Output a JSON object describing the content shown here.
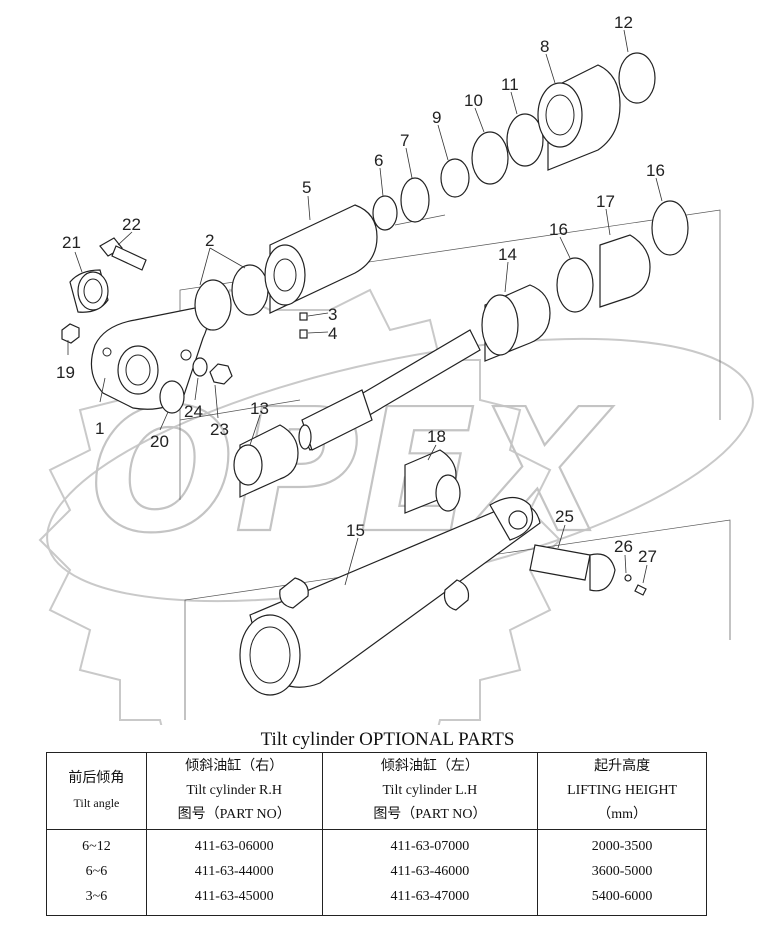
{
  "watermark": "OPEX",
  "callouts": [
    "1",
    "2",
    "3",
    "4",
    "5",
    "6",
    "7",
    "8",
    "9",
    "10",
    "11",
    "12",
    "13",
    "14",
    "15",
    "16",
    "16",
    "17",
    "18",
    "19",
    "20",
    "21",
    "22",
    "23",
    "24",
    "25",
    "26",
    "27"
  ],
  "table_title": "Tilt cylinder OPTIONAL PARTS",
  "table": {
    "headers": [
      {
        "cn": "前后倾角",
        "en": "Tilt angle"
      },
      {
        "cn": "倾斜油缸（右）",
        "en": "Tilt cylinder R.H",
        "sub": "图号（PART NO）"
      },
      {
        "cn": "倾斜油缸（左）",
        "en": "Tilt cylinder L.H",
        "sub": "图号（PART NO）"
      },
      {
        "cn": "起升高度",
        "en": "LIFTING HEIGHT",
        "sub": "（mm）"
      }
    ],
    "rows": [
      [
        "6~12",
        "411-63-06000",
        "411-63-07000",
        "2000-3500"
      ],
      [
        "6~6",
        "411-63-44000",
        "411-63-46000",
        "3600-5000"
      ],
      [
        "3~6",
        "411-63-45000",
        "411-63-47000",
        "5400-6000"
      ]
    ]
  }
}
